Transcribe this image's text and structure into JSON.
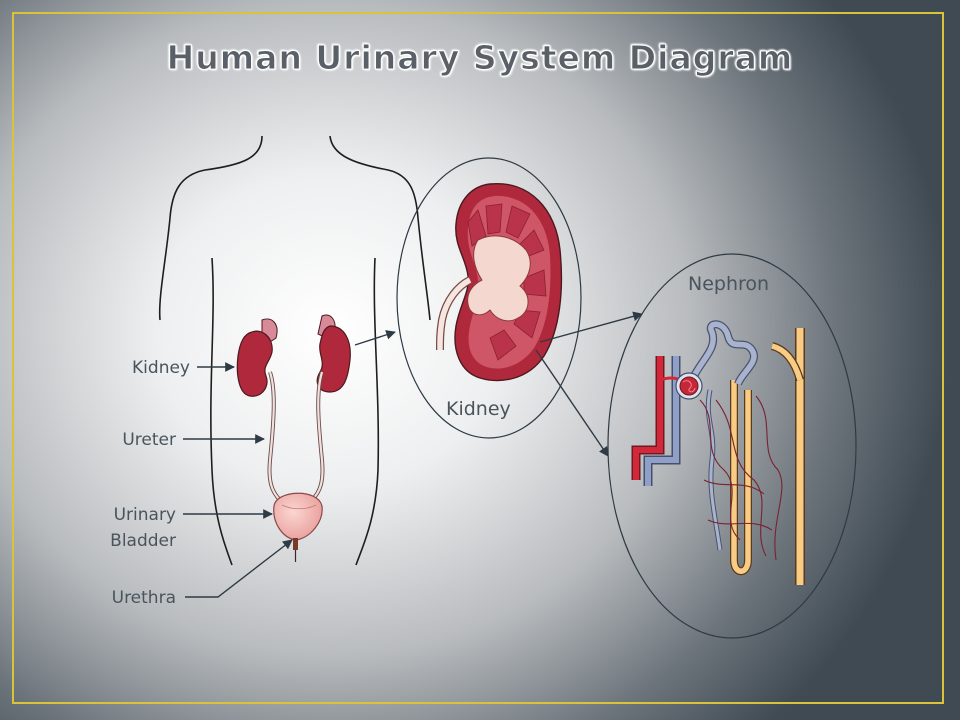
{
  "title": "Human Urinary System Diagram",
  "labels": {
    "kidney_left": "Kidney",
    "ureter": "Ureter",
    "bladder_line1": "Urinary",
    "bladder_line2": "Bladder",
    "urethra": "Urethra",
    "kidney_detail": "Kidney",
    "nephron": "Nephron"
  },
  "colors": {
    "frame": "#d8c33a",
    "kidney": "#b0283c",
    "bladder": "#f2b7b3",
    "artery": "#d4283a",
    "vein": "#8f9fc8",
    "collecting_duct": "#f8cc84"
  }
}
